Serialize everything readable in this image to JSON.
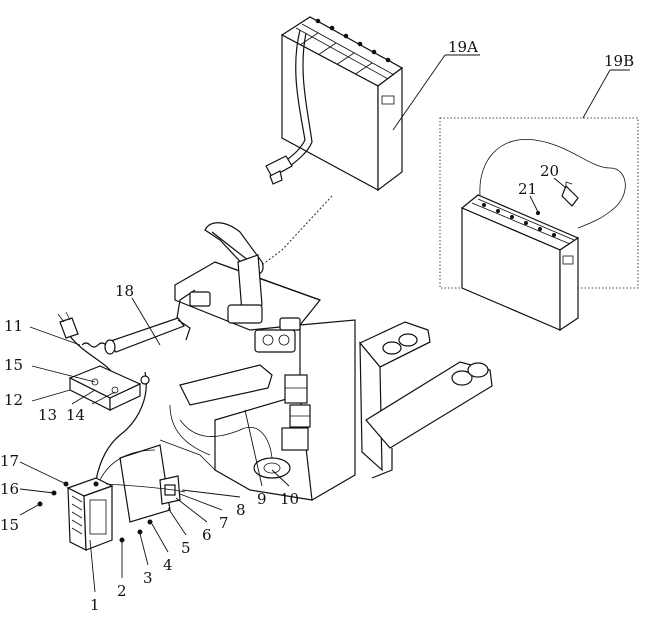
{
  "callouts": [
    {
      "id": "c1",
      "text": "1"
    },
    {
      "id": "c2",
      "text": "2"
    },
    {
      "id": "c3",
      "text": "3"
    },
    {
      "id": "c4",
      "text": "4"
    },
    {
      "id": "c5",
      "text": "5"
    },
    {
      "id": "c6",
      "text": "6"
    },
    {
      "id": "c7",
      "text": "7"
    },
    {
      "id": "c8",
      "text": "8"
    },
    {
      "id": "c9",
      "text": "9"
    },
    {
      "id": "c10",
      "text": "10"
    },
    {
      "id": "c11",
      "text": "11"
    },
    {
      "id": "c12",
      "text": "12"
    },
    {
      "id": "c13",
      "text": "13"
    },
    {
      "id": "c14",
      "text": "14"
    },
    {
      "id": "c15a",
      "text": "15"
    },
    {
      "id": "c15b",
      "text": "15"
    },
    {
      "id": "c16",
      "text": "16"
    },
    {
      "id": "c17",
      "text": "17"
    },
    {
      "id": "c18",
      "text": "18"
    },
    {
      "id": "c19A",
      "text": "19A"
    },
    {
      "id": "c19B",
      "text": "19B"
    },
    {
      "id": "c20",
      "text": "20"
    },
    {
      "id": "c21",
      "text": "21"
    }
  ]
}
